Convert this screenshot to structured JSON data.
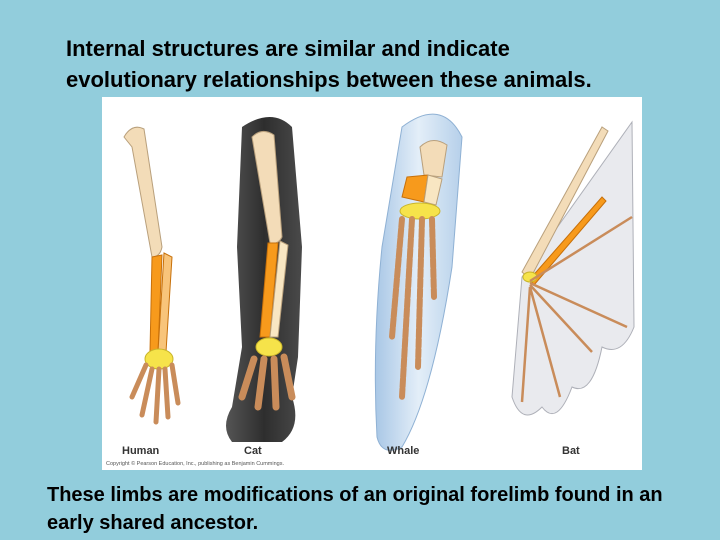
{
  "slide": {
    "title_lines": [
      "Internal structures are similar and indicate",
      "evolutionary relationships between these animals."
    ],
    "caption_lines": [
      "These limbs are modifications of an original forelimb found in an",
      "early shared ancestor."
    ]
  },
  "figure": {
    "labels": {
      "human": "Human",
      "cat": "Cat",
      "whale": "Whale",
      "bat": "Bat"
    },
    "copyright": "Copyright © Pearson Education, Inc., publishing as Benjamin Cummings.",
    "colors": {
      "humerus": "#f3dcb8",
      "radius_ulna": "#f79a1c",
      "carpals": "#f6e34a",
      "phalanges": "#c98c5a",
      "cat_fur": "#3b3b3b",
      "whale_body": "#c9dcef",
      "bat_wing": "#e9eaee"
    }
  }
}
